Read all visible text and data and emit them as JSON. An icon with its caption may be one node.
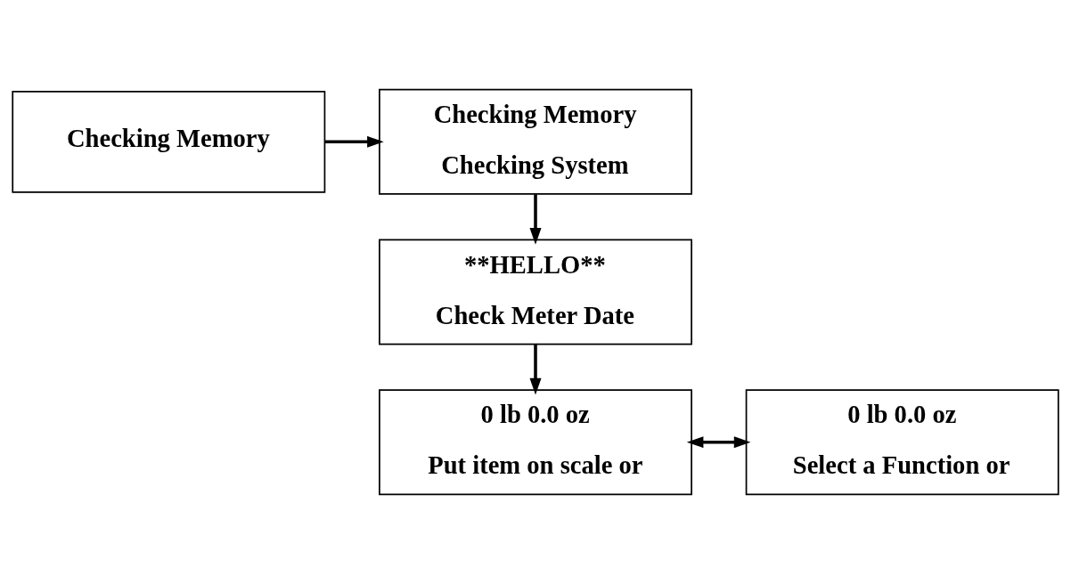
{
  "diagram": {
    "nodes": [
      {
        "text": [
          "Checking Memory"
        ]
      },
      {
        "text": [
          "Checking Memory",
          "Checking System"
        ]
      },
      {
        "text": [
          "**HELLO**",
          "Check Meter Date"
        ]
      },
      {
        "text": [
          "0 lb 0.0 oz",
          "Put item on scale or"
        ]
      },
      {
        "text": [
          "0 lb 0.0 oz",
          "Select a Function or"
        ]
      }
    ],
    "edges": [
      {
        "from": 0,
        "to": 1,
        "arrow": "to"
      },
      {
        "from": 1,
        "to": 2,
        "arrow": "to"
      },
      {
        "from": 2,
        "to": 3,
        "arrow": "to"
      },
      {
        "from": 3,
        "to": 4,
        "arrow": "both"
      }
    ]
  }
}
